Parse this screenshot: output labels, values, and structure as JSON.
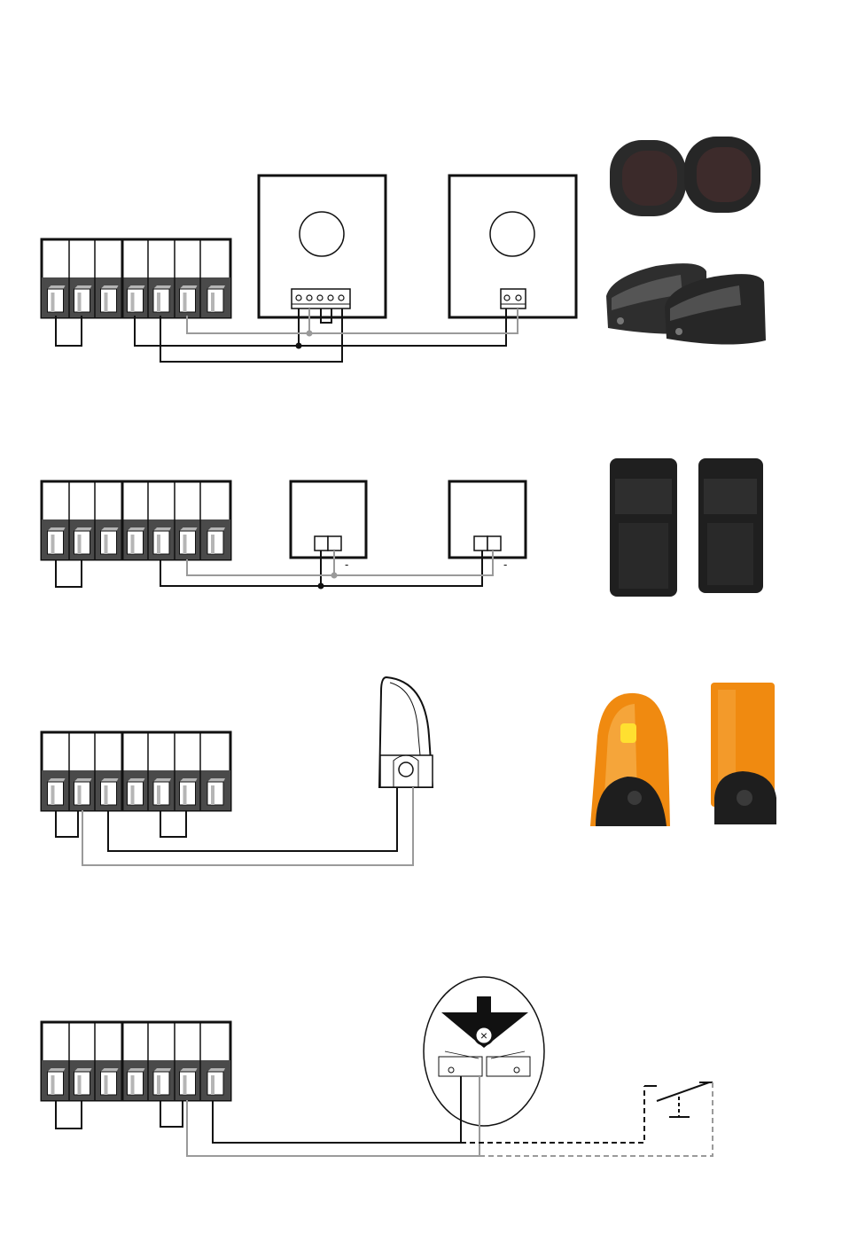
{
  "colors": {
    "outline": "#111111",
    "terminal_bay": "#4a4a4a",
    "terminal_screw": "#ffffff",
    "terminal_shade": "#b5b5b5",
    "wire_dark": "#111111",
    "wire_light": "#9a9a9a",
    "photocell_body": "#2b2b2b",
    "lamp_amber": "#f08a10",
    "lamp_yellow": "#ffe030"
  },
  "diagrams": [
    {
      "name": "photocell-wiring-5-terminal",
      "transmitter_polarity_marks": [],
      "receiver_polarity_marks": []
    },
    {
      "name": "photocell-wiring-2-terminal",
      "transmitter_polarity_marks": [
        "-"
      ],
      "receiver_polarity_marks": [
        "-"
      ]
    },
    {
      "name": "warning-lamp-wiring"
    },
    {
      "name": "safety-edge-wiring"
    }
  ],
  "products": [
    {
      "name": "round-photocell-pair",
      "icon": "round-photocell-icon"
    },
    {
      "name": "wedge-photocell-pair",
      "icon": "wedge-photocell-icon"
    },
    {
      "name": "column-photocell-pair",
      "icon": "column-photocell-icon"
    },
    {
      "name": "warning-lamp-pair",
      "icon": "warning-lamp-icon"
    }
  ]
}
